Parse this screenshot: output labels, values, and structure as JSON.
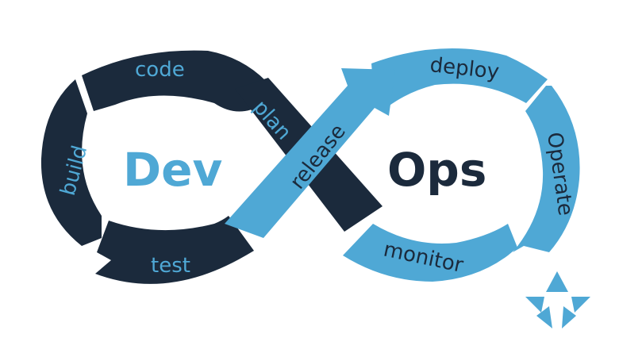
{
  "center_labels": {
    "left": "Dev",
    "right": "Ops"
  },
  "dev_loop": {
    "stages": [
      "code",
      "build",
      "test",
      "plan"
    ]
  },
  "ops_loop": {
    "stages": [
      "deploy",
      "Operate",
      "monitor",
      "release"
    ]
  },
  "colors": {
    "dark_navy": "#1b2a3c",
    "light_blue": "#4fa8d5",
    "background": "#ffffff"
  },
  "icons": {
    "logo": "star-icon"
  }
}
